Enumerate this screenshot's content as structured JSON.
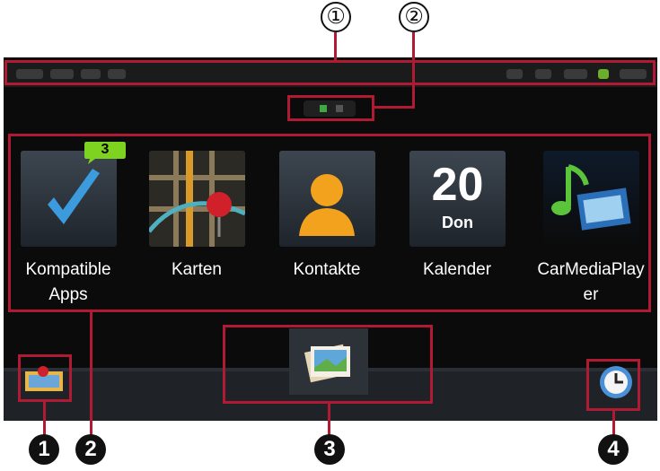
{
  "callouts": {
    "top": [
      "①",
      "②"
    ],
    "bottom": [
      "1",
      "2",
      "3",
      "4"
    ]
  },
  "apps": [
    {
      "label": "Kompatible\nApps",
      "icon": "checkmark-icon",
      "badge": "3"
    },
    {
      "label": "Karten",
      "icon": "map-icon"
    },
    {
      "label": "Kontakte",
      "icon": "contact-person-icon"
    },
    {
      "label": "Kalender",
      "icon": "calendar-icon",
      "day": "20",
      "weekday": "Don"
    },
    {
      "label": "CarMediaPlay\ner",
      "icon": "music-video-icon"
    }
  ],
  "dock": [
    {
      "icon": "map-pin-icon"
    },
    {
      "icon": "gallery-photos-icon"
    },
    {
      "icon": "clock-icon"
    }
  ],
  "colors": {
    "callout": "#b11a33",
    "check": "#3b9bdc",
    "badge": "#7ed321"
  }
}
